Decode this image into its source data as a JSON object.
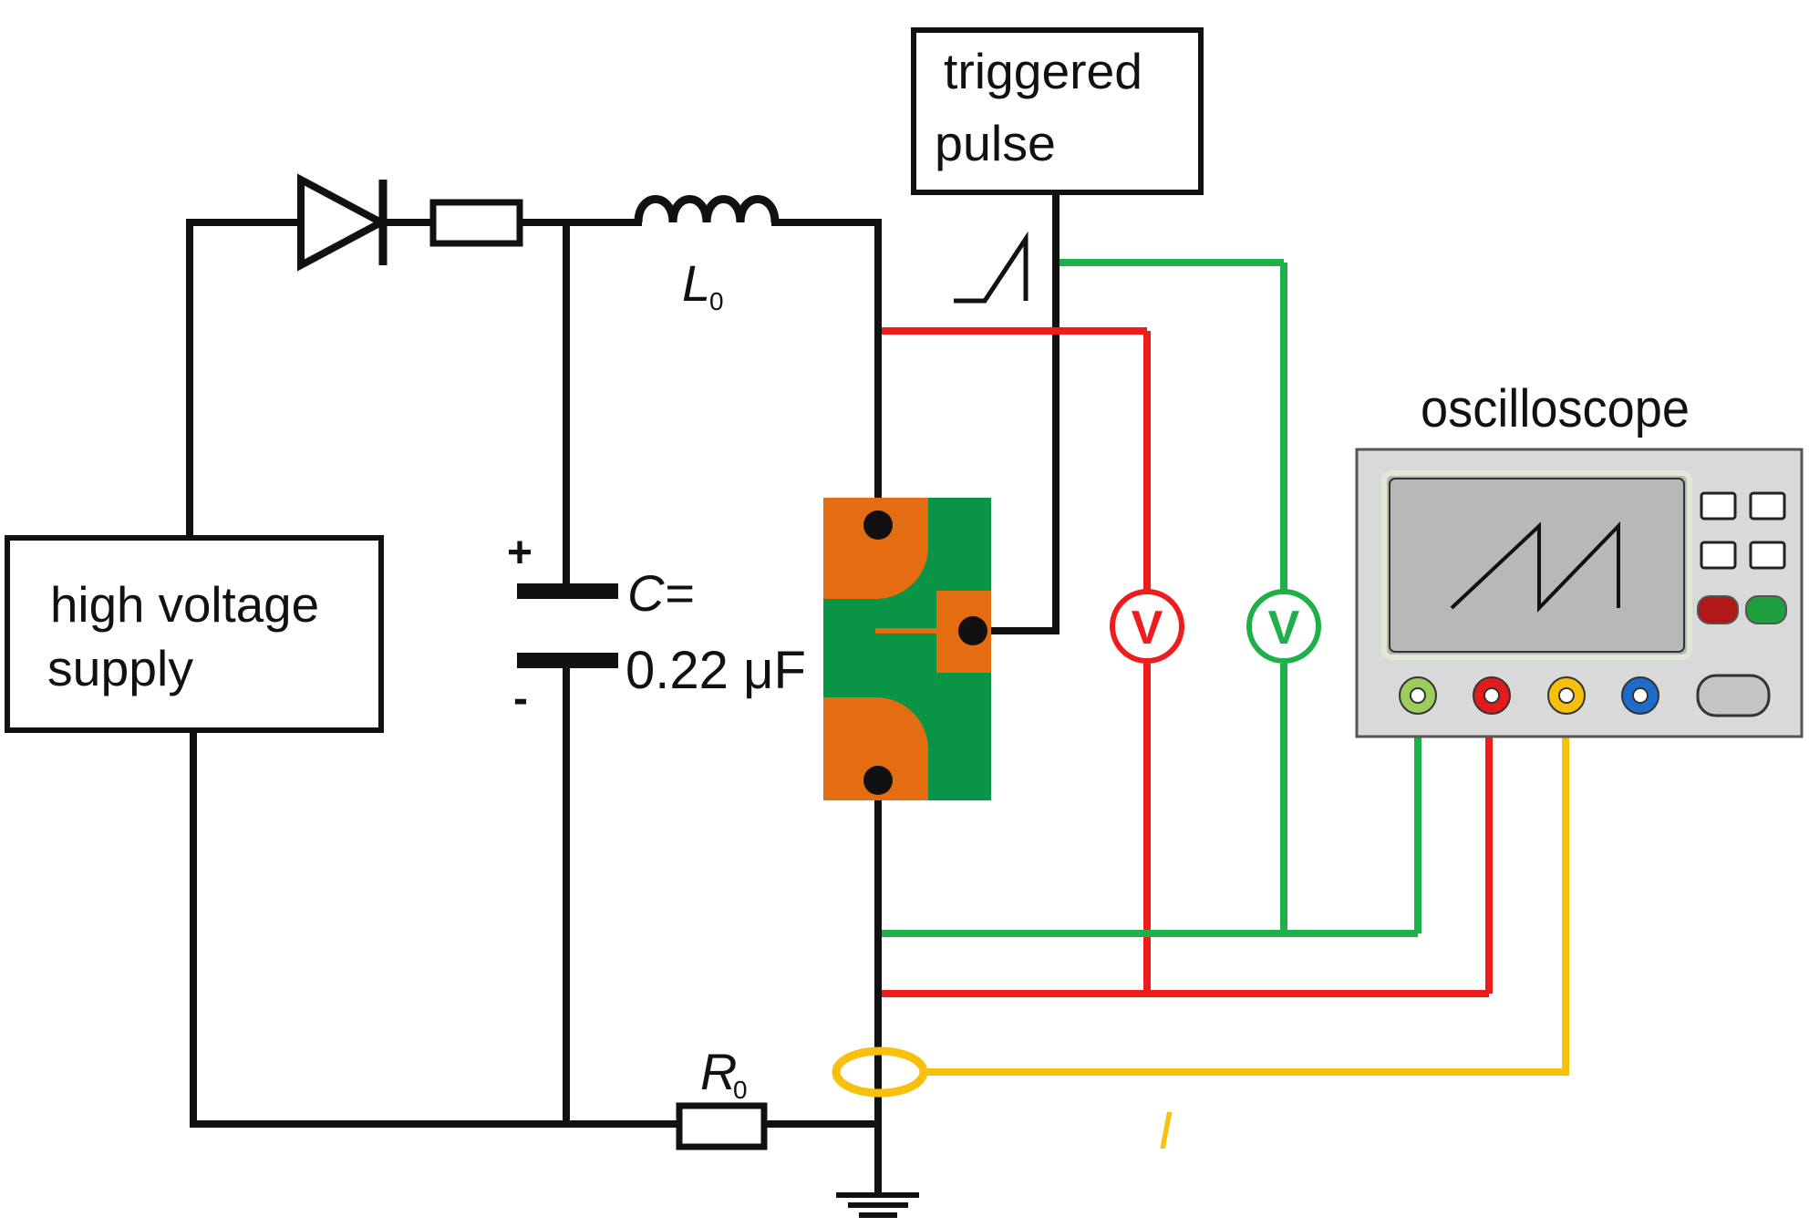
{
  "labels": {
    "hv_supply_line1": "high voltage",
    "hv_supply_line2": "supply",
    "pulse_line1": "triggered",
    "pulse_line2": "pulse",
    "oscilloscope": "oscilloscope",
    "inductor": "L",
    "inductor_sub": "0",
    "resistor": "R",
    "resistor_sub": "0",
    "cap_name": "C=",
    "cap_value": "0.22 μF",
    "cap_plus": "+",
    "cap_minus": "-",
    "voltmeter_red": "V",
    "voltmeter_green": "V",
    "current": "I"
  },
  "colors": {
    "wire": "#111111",
    "red_probe": "#ee1c1c",
    "green_probe": "#20b04a",
    "yellow_probe": "#f7c00c",
    "board_green": "#0a9445",
    "electrode_orange": "#e36d10",
    "scope_body": "#d9d9d9",
    "scope_screen": "#b8b8b8"
  },
  "icons": {
    "diode": "diode-icon",
    "ground": "ground-icon",
    "pulse_edge": "pulse-edge-icon",
    "scope_waveform": "sawtooth-wave-icon"
  }
}
